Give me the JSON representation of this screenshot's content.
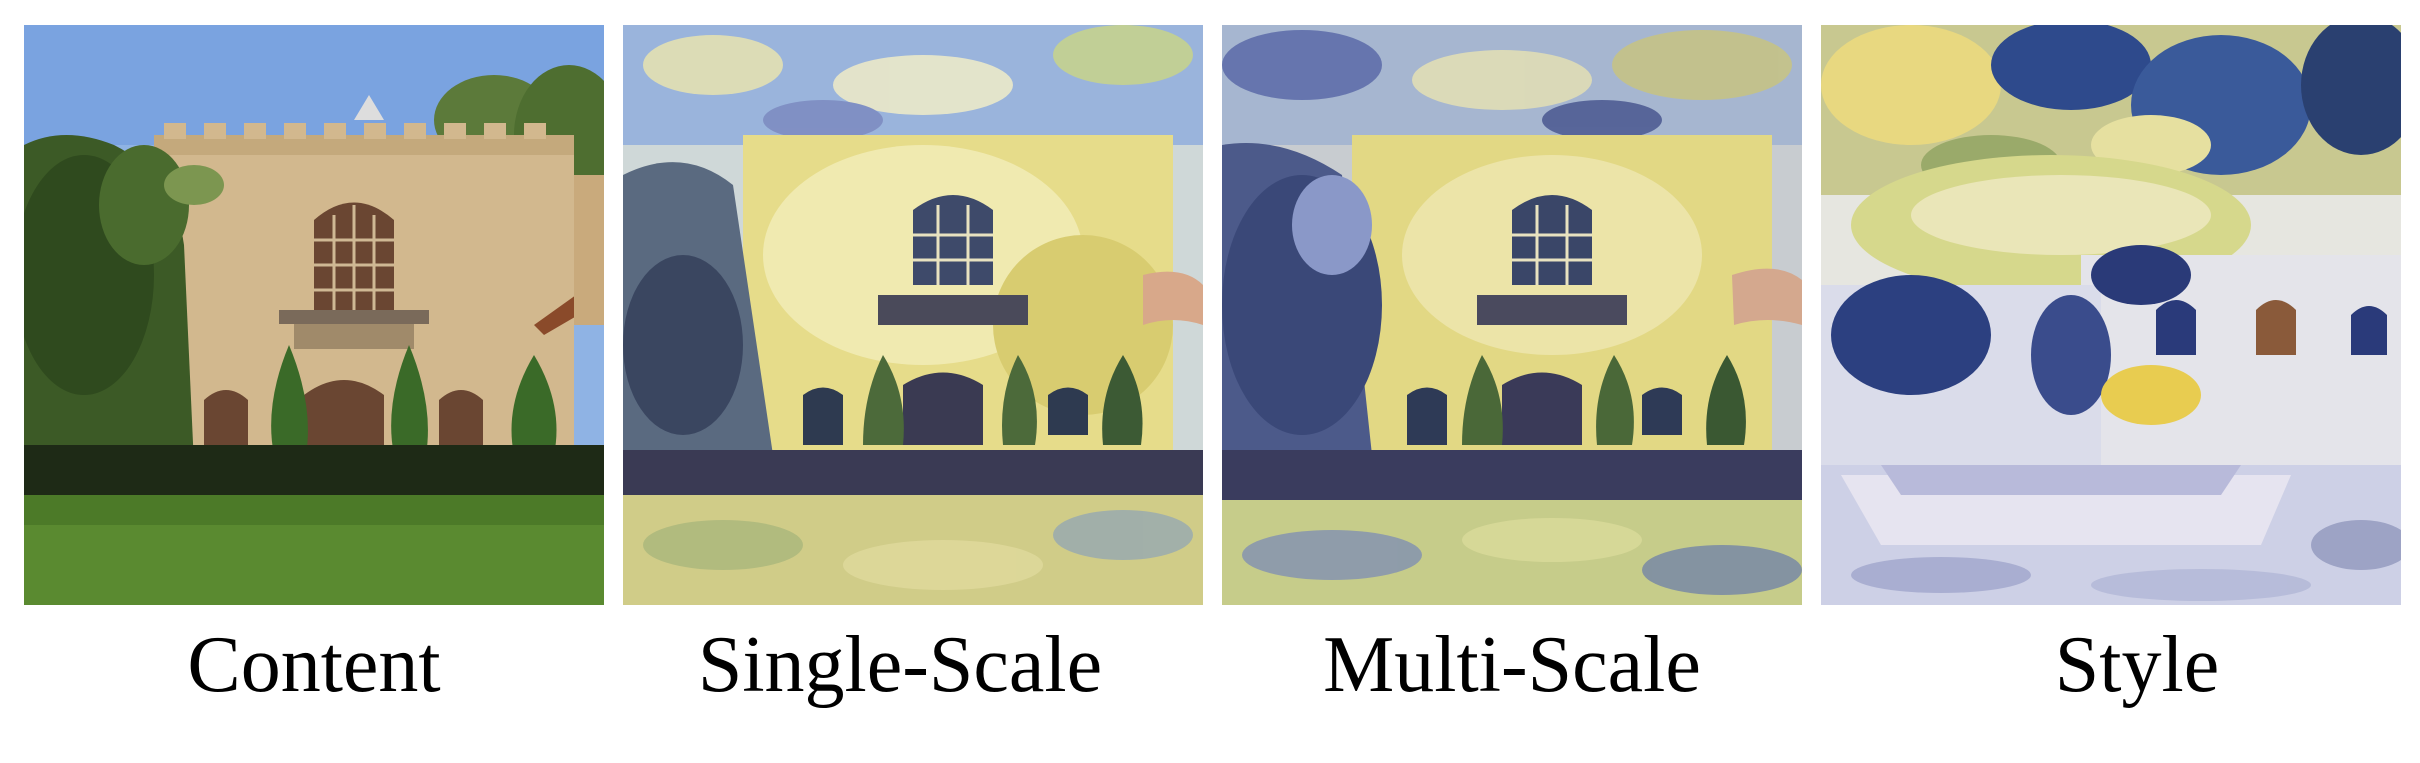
{
  "panels": [
    {
      "caption": "Content"
    },
    {
      "caption": "Single-Scale"
    },
    {
      "caption": "Multi-Scale"
    },
    {
      "caption": "Style"
    }
  ]
}
